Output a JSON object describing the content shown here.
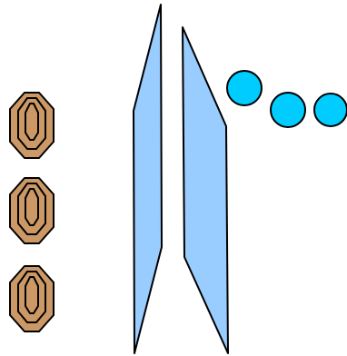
{
  "colors": {
    "background": "#ffffff",
    "stroke": "#000000",
    "seed_fill": "#cc9966",
    "plate_fill": "#99ccff",
    "circle_fill": "#00ccff"
  },
  "diagram": {
    "seeds": [
      {
        "id": "seed-1"
      },
      {
        "id": "seed-2"
      },
      {
        "id": "seed-3"
      }
    ],
    "plates": [
      {
        "id": "plate-left"
      },
      {
        "id": "plate-right"
      }
    ],
    "circles": [
      {
        "id": "circle-1"
      },
      {
        "id": "circle-2"
      },
      {
        "id": "circle-3"
      }
    ]
  }
}
